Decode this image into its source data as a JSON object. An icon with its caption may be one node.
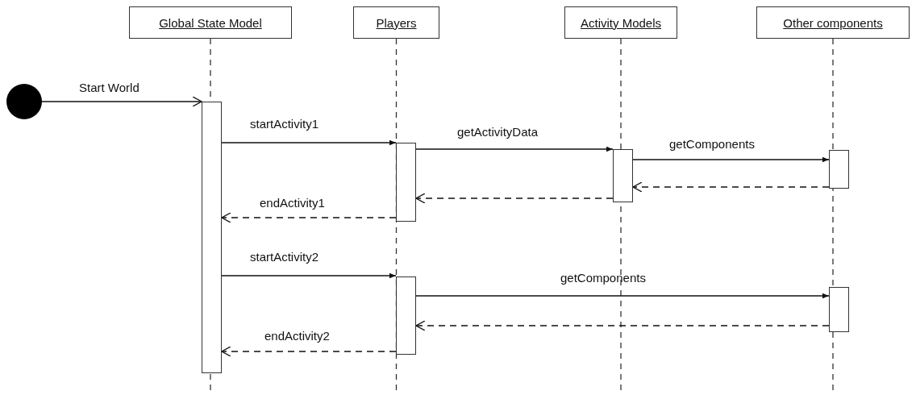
{
  "diagram": {
    "nodes": [
      {
        "text": [
          "Global State Model"
        ]
      },
      {
        "text": [
          "Players"
        ]
      },
      {
        "text": [
          "Activity Models"
        ]
      },
      {
        "text": [
          "Other components"
        ]
      },
      {
        "text": [],
        "shape": "circle"
      },
      {
        "text": [],
        "shape": "bar"
      },
      {
        "text": [],
        "shape": "bar"
      },
      {
        "text": [],
        "shape": "bar"
      },
      {
        "text": [],
        "shape": "bar"
      },
      {
        "text": [],
        "shape": "bar"
      },
      {
        "text": [],
        "shape": "bar"
      }
    ],
    "edges": [
      {
        "from": 4,
        "to": 5,
        "arrow": "to",
        "label": "Start World"
      },
      {
        "from": 5,
        "to": 6,
        "arrow": "to",
        "label": "startActivity1"
      },
      {
        "from": 6,
        "to": 7,
        "arrow": "to",
        "label": "getActivityData"
      },
      {
        "from": 7,
        "to": 8,
        "arrow": "to",
        "label": "getComponents"
      },
      {
        "from": 8,
        "to": 7,
        "arrow": "to",
        "style": "dashed"
      },
      {
        "from": 7,
        "to": 6,
        "arrow": "to",
        "style": "dashed"
      },
      {
        "from": 6,
        "to": 5,
        "arrow": "to",
        "style": "dashed",
        "label": "endActivity1"
      },
      {
        "from": 5,
        "to": 9,
        "arrow": "to",
        "label": "startActivity2"
      },
      {
        "from": 9,
        "to": 10,
        "arrow": "to",
        "label": "getComponents"
      },
      {
        "from": 10,
        "to": 9,
        "arrow": "to",
        "style": "dashed"
      },
      {
        "from": 9,
        "to": 5,
        "arrow": "to",
        "style": "dashed",
        "label": "endActivity2"
      }
    ]
  }
}
